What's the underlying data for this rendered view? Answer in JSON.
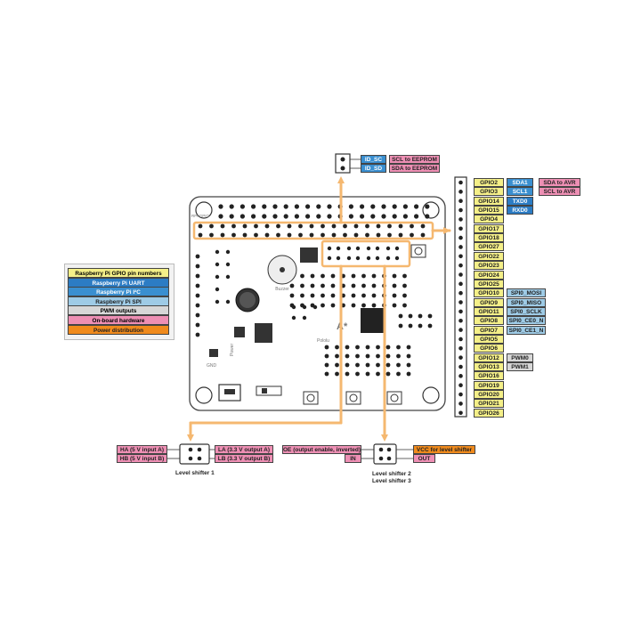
{
  "colors": {
    "gpio": "#f4ef88",
    "uart": "#2c7cc4",
    "i2c": "#3a8fd0",
    "spi": "#9ecbe6",
    "pwm": "#d7d7d7",
    "hardware": "#ee8fb4",
    "power": "#f08a1c",
    "connector": "#f5b870"
  },
  "legend": [
    {
      "label": "Raspberry Pi GPIO pin numbers",
      "cls": "gpio"
    },
    {
      "label": "Raspberry Pi UART",
      "cls": "uart"
    },
    {
      "label": "Raspberry Pi I²C",
      "cls": "i2c"
    },
    {
      "label": "Raspberry Pi SPI",
      "cls": "spi"
    },
    {
      "label": "PWM outputs",
      "cls": "pwm"
    },
    {
      "label": "On-board hardware",
      "cls": "hw"
    },
    {
      "label": "Power distribution",
      "cls": "pwr"
    }
  ],
  "id_header": {
    "pins": [
      {
        "name": "ID_SC",
        "desc": "SCL to EEPROM"
      },
      {
        "name": "ID_SD",
        "desc": "SDA to EEPROM"
      }
    ]
  },
  "gpio_header": {
    "pins": [
      {
        "gpio": "GPIO2",
        "alt": "SDA1",
        "alt_cls": "i2c",
        "desc": "SDA to AVR"
      },
      {
        "gpio": "GPIO3",
        "alt": "SCL1",
        "alt_cls": "i2c",
        "desc": "SCL to AVR"
      },
      {
        "gpio": "GPIO14",
        "alt": "TXD0",
        "alt_cls": "uart"
      },
      {
        "gpio": "GPIO15",
        "alt": "RXD0",
        "alt_cls": "uart"
      },
      {
        "gpio": "GPIO4"
      },
      {
        "gpio": "GPIO17"
      },
      {
        "gpio": "GPIO18"
      },
      {
        "gpio": "GPIO27"
      },
      {
        "gpio": "GPIO22"
      },
      {
        "gpio": "GPIO23"
      },
      {
        "gpio": "GPIO24"
      },
      {
        "gpio": "GPIO25"
      },
      {
        "gpio": "GPIO10",
        "alt": "SPI0_MOSI",
        "alt_cls": "spi"
      },
      {
        "gpio": "GPIO9",
        "alt": "SPI0_MISO",
        "alt_cls": "spi"
      },
      {
        "gpio": "GPIO11",
        "alt": "SPI0_SCLK",
        "alt_cls": "spi"
      },
      {
        "gpio": "GPIO8",
        "alt": "SPI0_CE0_N",
        "alt_cls": "spi"
      },
      {
        "gpio": "GPIO7",
        "alt": "SPI0_CE1_N",
        "alt_cls": "spi"
      },
      {
        "gpio": "GPIO5"
      },
      {
        "gpio": "GPIO6"
      },
      {
        "gpio": "GPIO12",
        "alt": "PWM0",
        "alt_cls": "pwm"
      },
      {
        "gpio": "GPIO13",
        "alt": "PWM1",
        "alt_cls": "pwm"
      },
      {
        "gpio": "GPIO16"
      },
      {
        "gpio": "GPIO19"
      },
      {
        "gpio": "GPIO20"
      },
      {
        "gpio": "GPIO21"
      },
      {
        "gpio": "GPIO26"
      }
    ]
  },
  "level_shifter_1": {
    "caption": "Level shifter 1",
    "left": [
      "HA (5 V input A)",
      "HB (5 V input B)"
    ],
    "right": [
      "LA (3.3 V output A)",
      "LB (3.3 V output B)"
    ]
  },
  "level_shifter_2": {
    "caption1": "Level shifter 2",
    "caption2": "Level shifter 3",
    "left": [
      "OE (output enable, inverted)",
      "IN"
    ],
    "right": [
      "VCC for level shifter",
      "OUT"
    ]
  },
  "board": {
    "brand": "Pololu",
    "buzzer": "Buzzer",
    "a_star": "A*",
    "power": "Power",
    "gnd": "GND",
    "rpi_gpio": "RPI GPIO"
  }
}
